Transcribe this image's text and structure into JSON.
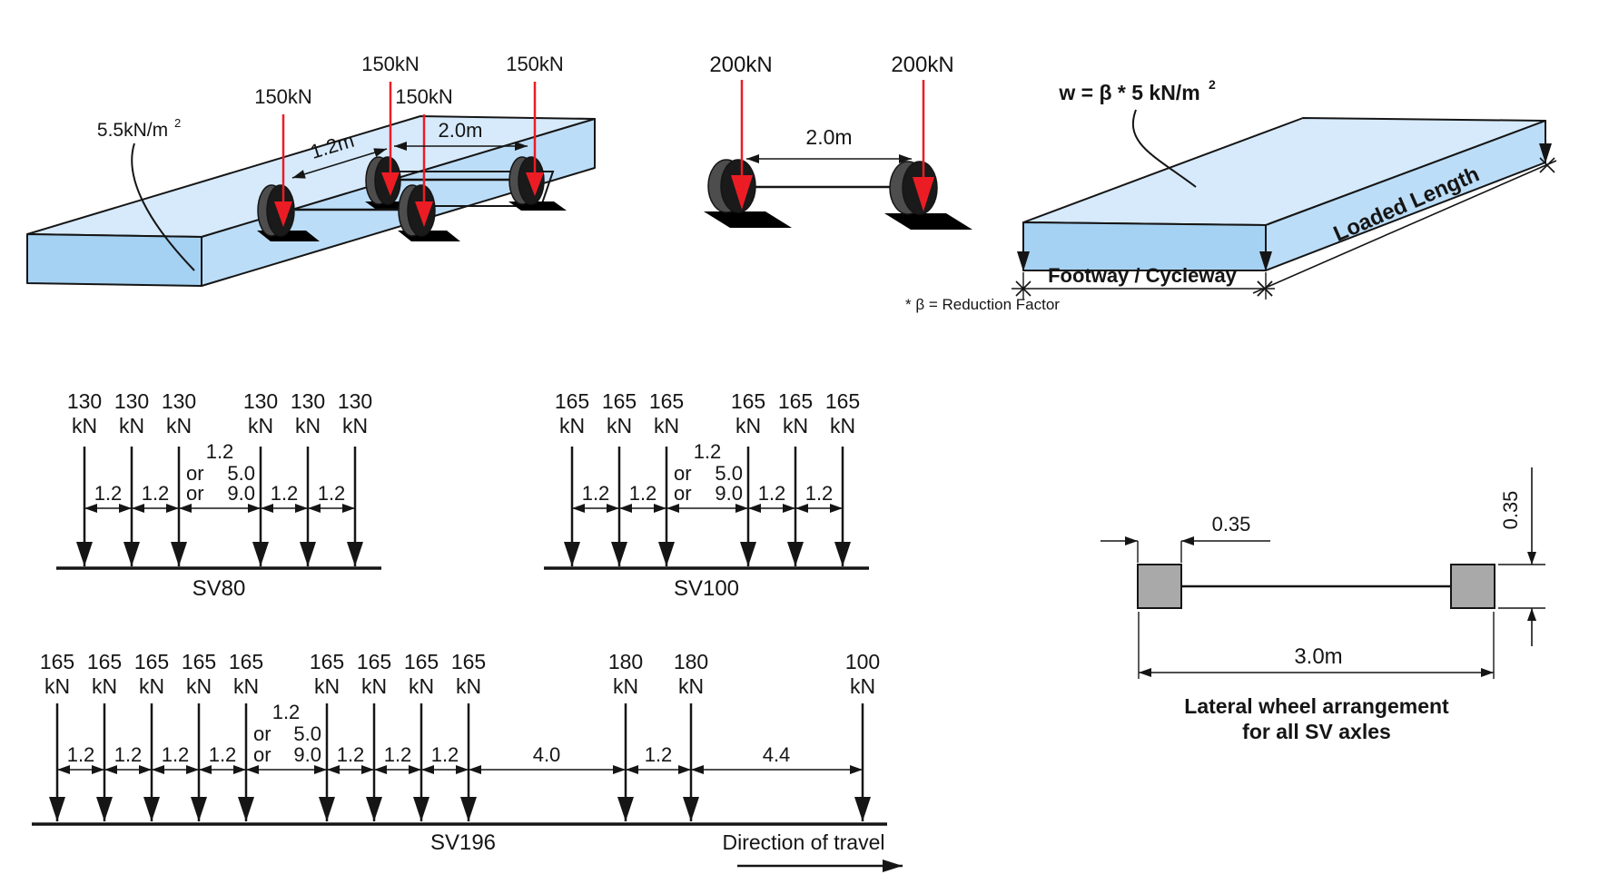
{
  "colors": {
    "slab_top": "#D6EAFB",
    "slab_front": "#A5D2F3",
    "slab_side": "#BCDDF7",
    "arrow_red": "#EC1C24",
    "wheel_dark": "#1A1A1A",
    "wheel_rim": "#4D4D4D",
    "square_gray": "#A9A9A9",
    "ink": "#151515"
  },
  "udl_vehicle": {
    "udl_value": "5.5kN/m",
    "udl_sup": "2",
    "wheel_loads": [
      "150kN",
      "150kN",
      "150kN",
      "150kN"
    ],
    "dim_axle_spacing": "1.2m",
    "dim_rear_spacing": "2.0m"
  },
  "single_axle": {
    "loads": [
      "200kN",
      "200kN"
    ],
    "dim_track": "2.0m"
  },
  "footway": {
    "formula": "w = β * 5 kN/m",
    "formula_sup": "2",
    "loaded_length_label": "Loaded Length",
    "deck_label": "Footway / Cycleway",
    "note": "* β = Reduction Factor"
  },
  "sv80": {
    "name": "SV80",
    "loads": [
      {
        "value": "130",
        "unit": "kN"
      },
      {
        "value": "130",
        "unit": "kN"
      },
      {
        "value": "130",
        "unit": "kN"
      },
      {
        "value": "130",
        "unit": "kN"
      },
      {
        "value": "130",
        "unit": "kN"
      },
      {
        "value": "130",
        "unit": "kN"
      }
    ],
    "spacings": [
      "1.2",
      "1.2",
      "1.2",
      "1.2"
    ],
    "variable_spacing": {
      "option1": "1.2",
      "or_label": "or",
      "option2": "5.0",
      "option3": "9.0"
    }
  },
  "sv100": {
    "name": "SV100",
    "loads": [
      {
        "value": "165",
        "unit": "kN"
      },
      {
        "value": "165",
        "unit": "kN"
      },
      {
        "value": "165",
        "unit": "kN"
      },
      {
        "value": "165",
        "unit": "kN"
      },
      {
        "value": "165",
        "unit": "kN"
      },
      {
        "value": "165",
        "unit": "kN"
      }
    ],
    "spacings": [
      "1.2",
      "1.2",
      "1.2",
      "1.2"
    ],
    "variable_spacing": {
      "option1": "1.2",
      "or_label": "or",
      "option2": "5.0",
      "option3": "9.0"
    }
  },
  "sv196": {
    "name": "SV196",
    "loads": [
      {
        "value": "165",
        "unit": "kN"
      },
      {
        "value": "165",
        "unit": "kN"
      },
      {
        "value": "165",
        "unit": "kN"
      },
      {
        "value": "165",
        "unit": "kN"
      },
      {
        "value": "165",
        "unit": "kN"
      },
      {
        "value": "165",
        "unit": "kN"
      },
      {
        "value": "165",
        "unit": "kN"
      },
      {
        "value": "165",
        "unit": "kN"
      },
      {
        "value": "165",
        "unit": "kN"
      },
      {
        "value": "180",
        "unit": "kN"
      },
      {
        "value": "180",
        "unit": "kN"
      },
      {
        "value": "100",
        "unit": "kN"
      }
    ],
    "spacings_front": [
      "1.2",
      "1.2",
      "1.2",
      "1.2"
    ],
    "variable_spacing": {
      "option1": "1.2",
      "or_label": "or",
      "option2": "5.0",
      "option3": "9.0"
    },
    "spacings_rear": [
      "1.2",
      "1.2",
      "1.2",
      "4.0",
      "1.2",
      "4.4"
    ],
    "direction_label": "Direction of travel"
  },
  "wheel_arrangement": {
    "dim_width_top": "0.35",
    "dim_width_side": "0.35",
    "dim_spacing": "3.0m",
    "caption_line1": "Lateral wheel arrangement",
    "caption_line2": "for all SV axles"
  }
}
